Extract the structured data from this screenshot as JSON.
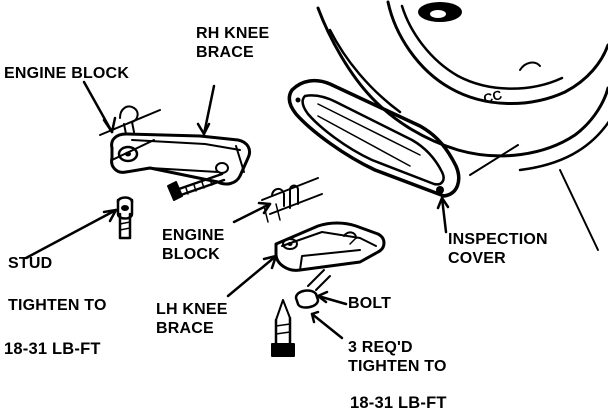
{
  "labels": {
    "engine_block_top": "ENGINE BLOCK",
    "rh_knee_brace": [
      "RH KNEE",
      "BRACE"
    ],
    "stud": "STUD",
    "tighten_to_left": "TIGHTEN TO",
    "torque_left": "18-31 LB-FT",
    "engine_block_center": [
      "ENGINE",
      "BLOCK"
    ],
    "lh_knee_brace": [
      "LH KNEE",
      "BRACE"
    ],
    "inspection_cover": [
      "INSPECTION",
      "COVER"
    ],
    "bolt": "BOLT",
    "bolt_spec": [
      "3 REQ'D",
      "TIGHTEN TO"
    ],
    "torque_right": "18-31 LB-FT"
  },
  "colors": {
    "ink": "#000000",
    "paper": "#ffffff"
  }
}
